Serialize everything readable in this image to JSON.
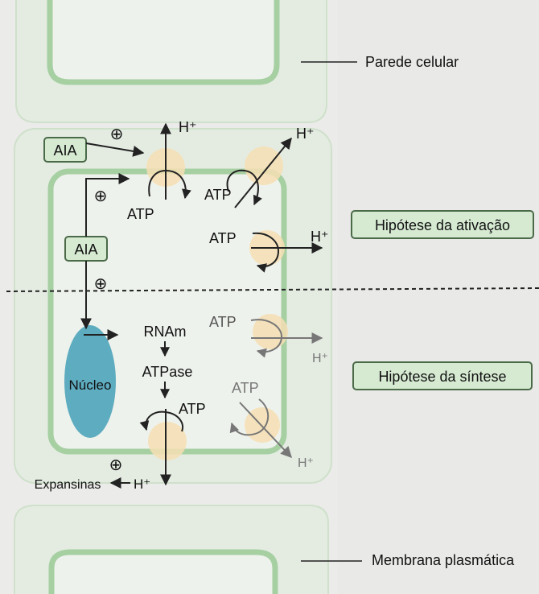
{
  "labels": {
    "cell_wall": "Parede celular",
    "plasma_membrane": "Membrana plasmática",
    "activation_hypothesis": "Hipótese da ativação",
    "synthesis_hypothesis": "Hipótese da síntese"
  },
  "molecules": {
    "aia_outer": "AIA",
    "aia_inner": "AIA",
    "atp_pump1": "ATP",
    "atp_pump2": "ATP",
    "atp_pump3": "ATP",
    "atp_pump4": "ATP",
    "atp_pump5": "ATP",
    "atp_pump6": "ATP",
    "h_pump1": "H⁺",
    "h_pump2": "H⁺",
    "h_pump3": "H⁺",
    "h_pump4": "H⁺",
    "h_pump5": "H⁺",
    "h_pump6": "H⁺",
    "rnam": "RNAm",
    "atpase": "ATPase",
    "nucleus": "Núcleo",
    "expansins": "Expansinas"
  },
  "signs": {
    "plus": "⊕"
  },
  "colors": {
    "background": "#ebebe9",
    "cell_fill": "#e4ece2",
    "cell_stroke": "#c8ddc4",
    "wall_stroke": "#a6cfa2",
    "membrane_fill": "#eef2ec",
    "box_fill": "#d6ead2",
    "box_stroke": "#4a6a48",
    "nucleus": "#5eacc0",
    "pump_glow": "#f6dfb4",
    "arrow": "#222222"
  }
}
